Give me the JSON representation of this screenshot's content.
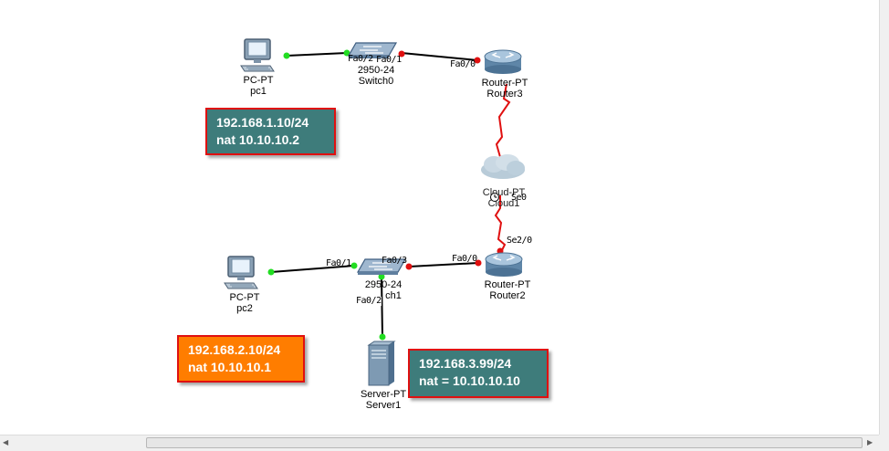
{
  "devices": {
    "pc1": {
      "type": "PC-PT",
      "name": "pc1"
    },
    "pc2": {
      "type": "PC-PT",
      "name": "pc2"
    },
    "switch0": {
      "type": "2950-24",
      "name": "Switch0"
    },
    "switch1": {
      "type": "2950-24",
      "name": "Switch1",
      "name_visible": "ch1"
    },
    "router3": {
      "type": "Router-PT",
      "name": "Router3"
    },
    "router2": {
      "type": "Router-PT",
      "name": "Router2"
    },
    "cloud1": {
      "type": "Cloud-PT",
      "name": "Cloud1"
    },
    "server1": {
      "type": "Server-PT",
      "name": "Server1"
    }
  },
  "ports": {
    "sw0_fa02": "Fa0/2",
    "sw0_fa01": "Fa0/1",
    "r3_fa00": "Fa0/0",
    "cloud_se0": "Se0",
    "r2_se20": "Se2/0",
    "sw1_fa01": "Fa0/1",
    "sw1_fa03": "Fa0/3",
    "r2_fa00": "Fa0/0",
    "sw1_fa02": "Fa0/2"
  },
  "notes": {
    "pc1": {
      "line1": "192.168.1.10/24",
      "line2": "nat 10.10.10.2"
    },
    "pc2": {
      "line1": "192.168.2.10/24",
      "line2": "nat 10.10.10.1"
    },
    "server1": {
      "line1": "192.168.3.99/24",
      "line2": "nat = 10.10.10.10"
    }
  },
  "colors": {
    "note_teal": "#3e7c7b",
    "note_orange": "#ff7d00",
    "note_border": "#e01010",
    "link_ethernet": "#000000",
    "link_serial": "#e01010",
    "port_up": "#22dd22",
    "port_down": "#e01010"
  }
}
